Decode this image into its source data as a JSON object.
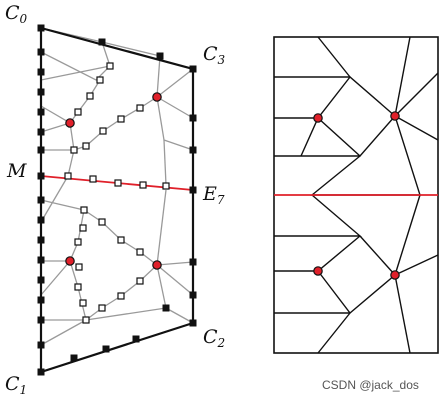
{
  "left_figure": {
    "labels": {
      "c0": {
        "main": "C",
        "sub": "0"
      },
      "c1": {
        "main": "C",
        "sub": "1"
      },
      "c2": {
        "main": "C",
        "sub": "2"
      },
      "c3": {
        "main": "C",
        "sub": "3"
      },
      "m": {
        "main": "M",
        "sub": ""
      },
      "e7": {
        "main": "E",
        "sub": "7"
      }
    }
  },
  "watermark": "CSDN @jack_dos",
  "colors": {
    "outline": "#111111",
    "grey_edge": "#9a9a9a",
    "red_line": "#e0202a",
    "red_node": "#e0202a"
  }
}
